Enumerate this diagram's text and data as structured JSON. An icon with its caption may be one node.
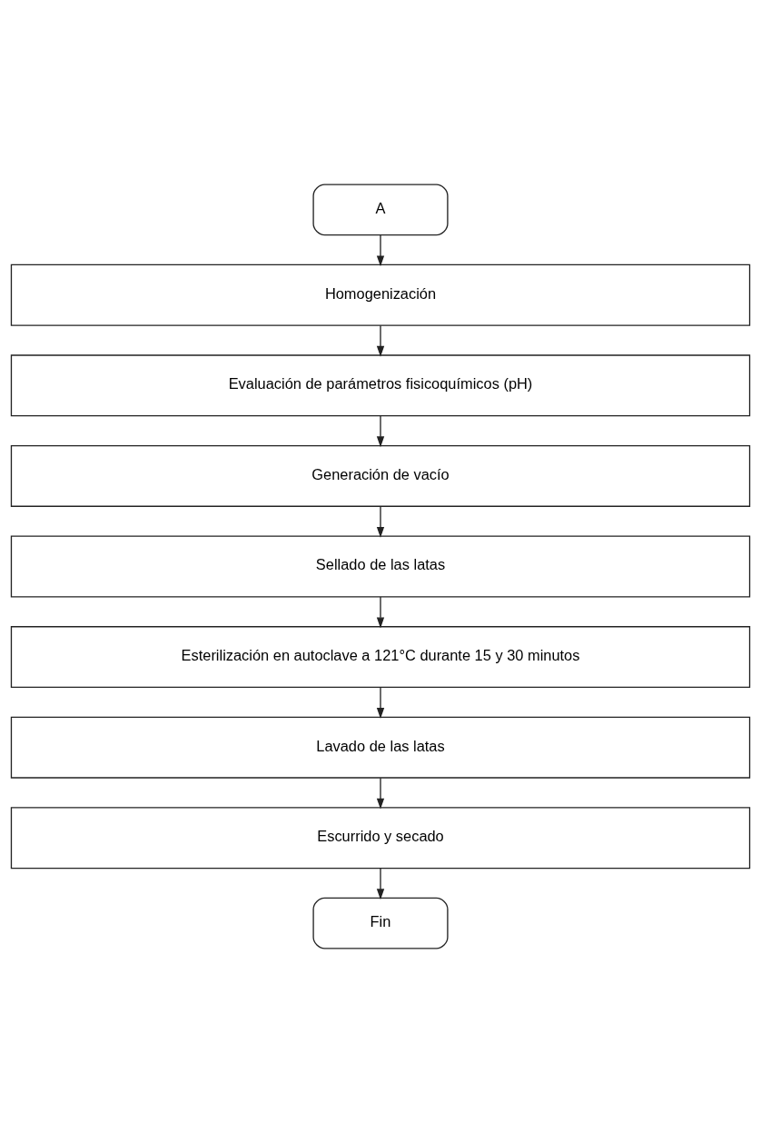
{
  "diagram": {
    "nodes": [
      {
        "text": [
          "A"
        ]
      },
      {
        "text": [
          "Homogenización"
        ]
      },
      {
        "text": [
          "Evaluación de parámetros fisicoquímicos (pH)"
        ]
      },
      {
        "text": [
          "Generación de vacío"
        ]
      },
      {
        "text": [
          "Sellado de las latas"
        ]
      },
      {
        "text": [
          "Esterilización en autoclave a 121°C durante 15 y 30 minutos"
        ]
      },
      {
        "text": [
          "Lavado de las latas"
        ]
      },
      {
        "text": [
          "Escurrido y secado"
        ]
      },
      {
        "text": [
          "Fin"
        ]
      }
    ],
    "edges": [
      {
        "from": 0,
        "to": 1,
        "arrow": "to"
      },
      {
        "from": 1,
        "to": 2,
        "arrow": "to"
      },
      {
        "from": 2,
        "to": 3,
        "arrow": "to"
      },
      {
        "from": 3,
        "to": 4,
        "arrow": "to"
      },
      {
        "from": 4,
        "to": 5,
        "arrow": "to"
      },
      {
        "from": 5,
        "to": 6,
        "arrow": "to"
      },
      {
        "from": 6,
        "to": 7,
        "arrow": "to"
      },
      {
        "from": 7,
        "to": 8,
        "arrow": "to"
      }
    ]
  }
}
